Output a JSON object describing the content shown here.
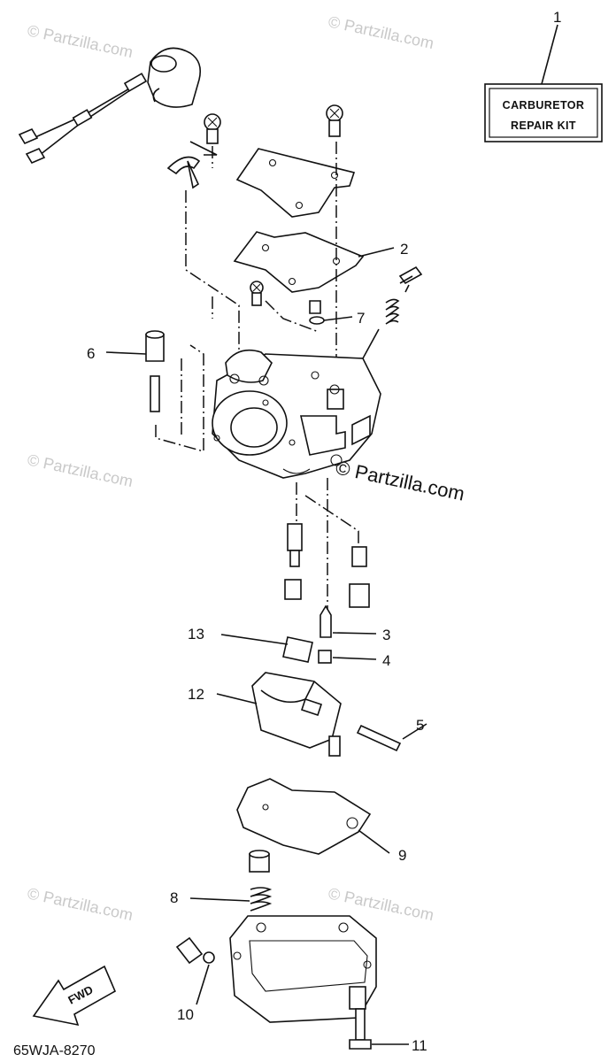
{
  "diagram": {
    "kit_box": {
      "line1": "CARBURETOR",
      "line2": "REPAIR KIT"
    },
    "callouts": {
      "n1": "1",
      "n2": "2",
      "n3": "3",
      "n4": "4",
      "n5": "5",
      "n6": "6",
      "n7": "7",
      "n8": "8",
      "n9": "9",
      "n10": "10",
      "n11": "11",
      "n12": "12",
      "n13": "13"
    },
    "fwd_label": "FWD",
    "diagram_code": "65WJA-8270",
    "watermark": {
      "text": "© Partzilla.com",
      "dark_text": "© Partzilla.com"
    }
  }
}
